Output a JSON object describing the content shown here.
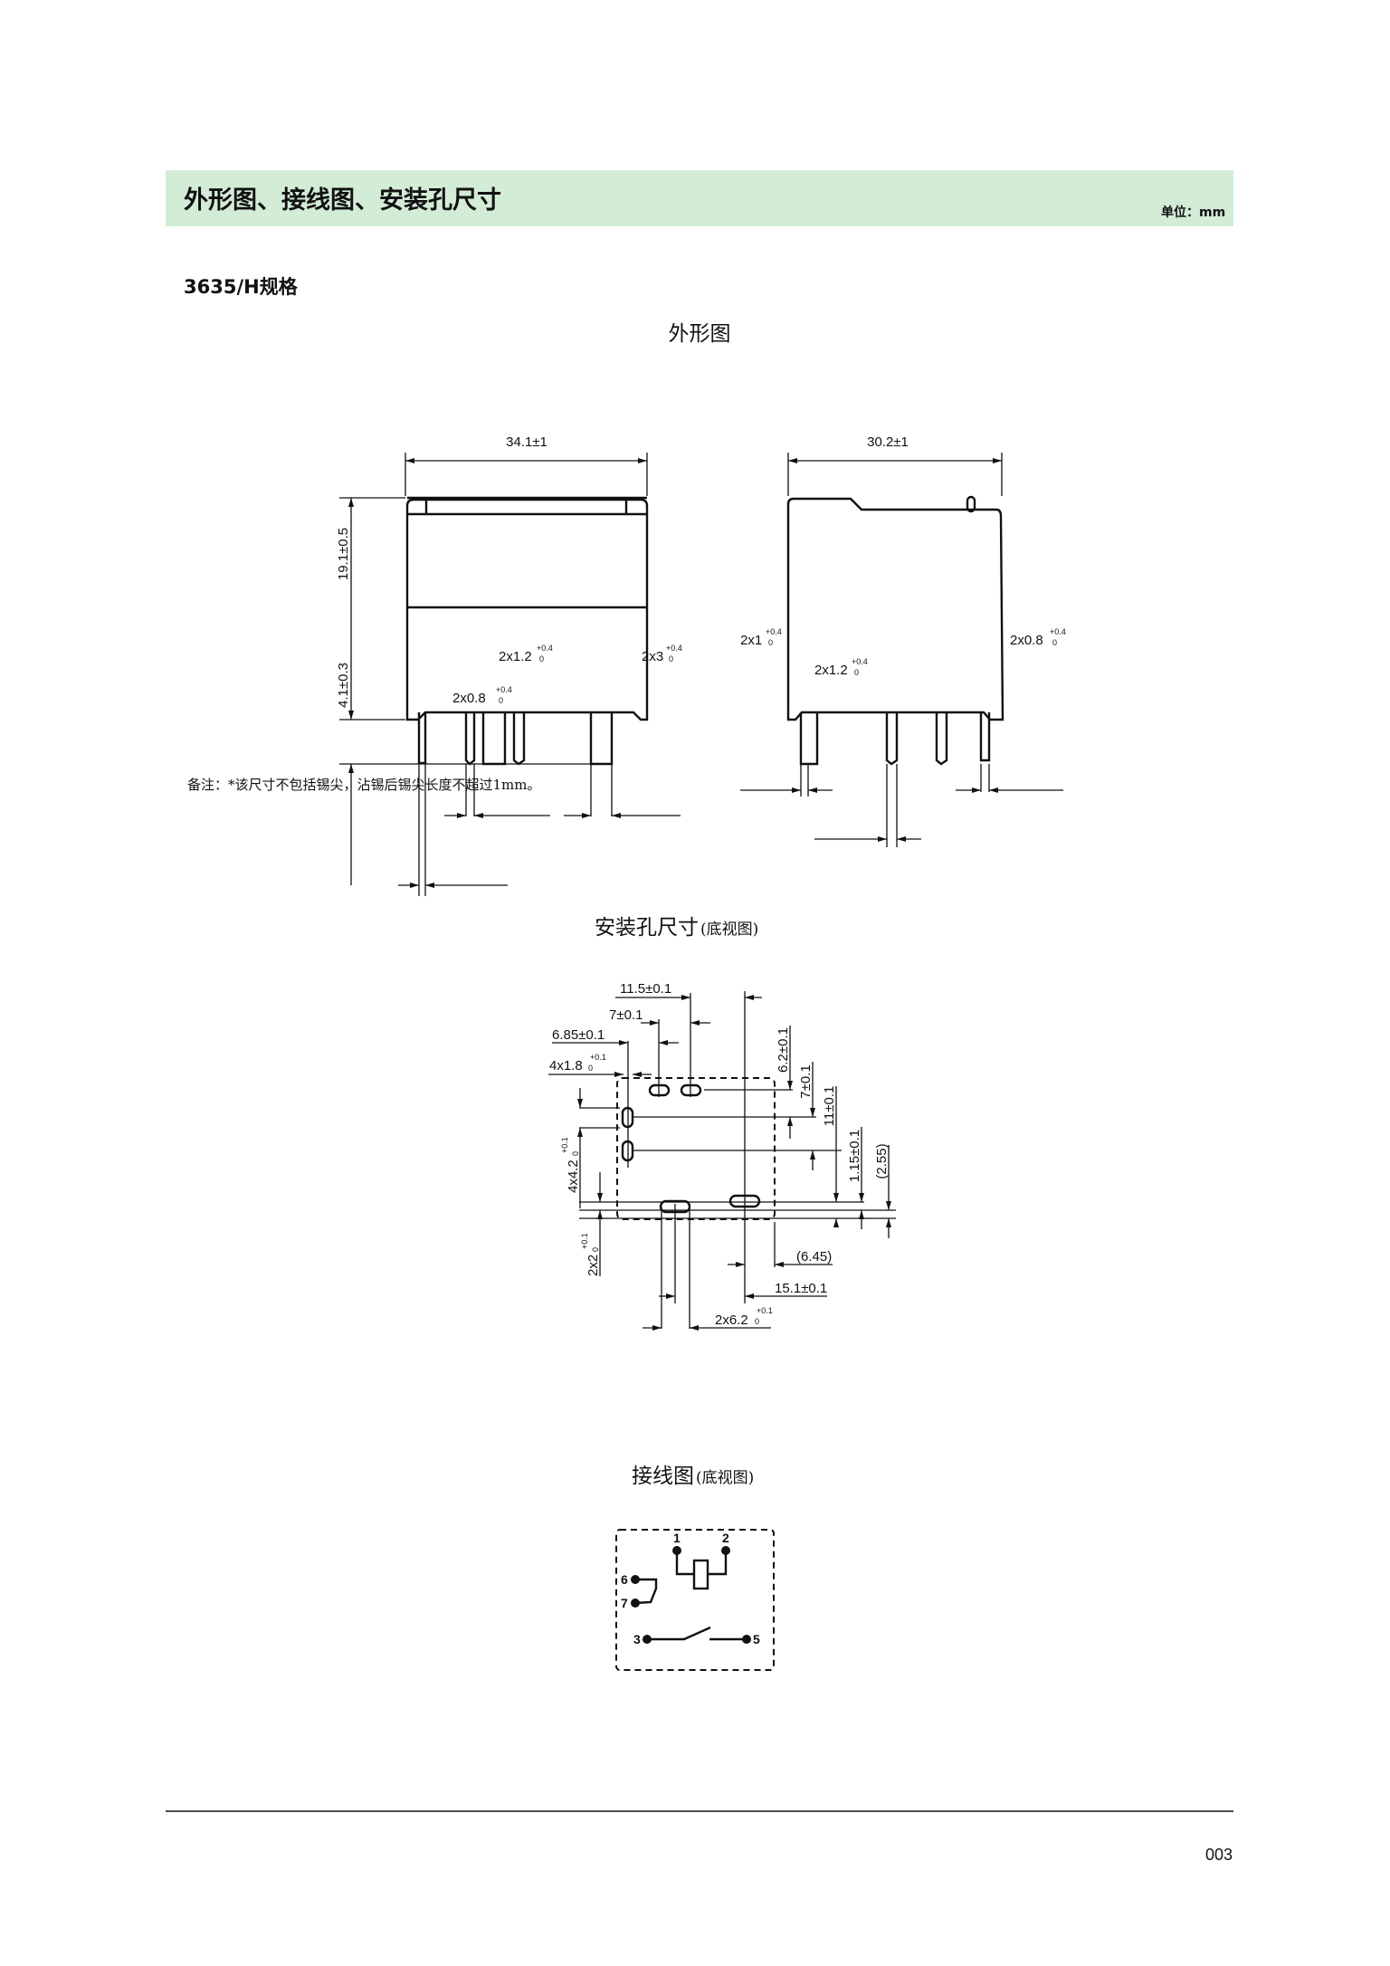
{
  "header": {
    "title": "外形图、接线图、安装孔尺寸",
    "unit": "单位：mm",
    "band_color": "#d3ecd6"
  },
  "spec_title": "3635/H规格",
  "outline": {
    "title": "外形图",
    "front": {
      "width": "34.1±1",
      "height": "19.1±0.5",
      "pin_length": "4.1±0.3",
      "pin_a": {
        "main": "2x1.2",
        "up": "+0.4",
        "low": "0"
      },
      "pin_b": {
        "main": "2x3",
        "up": "+0.4",
        "low": "0"
      },
      "pin_c": {
        "main": "2x0.8",
        "up": "+0.4",
        "low": "0"
      }
    },
    "side": {
      "width": "30.2±1",
      "pin_a": {
        "main": "2x1",
        "up": "+0.4",
        "low": "0"
      },
      "pin_b": {
        "main": "2x1.2",
        "up": "+0.4",
        "low": "0"
      },
      "pin_c": {
        "main": "2x0.8",
        "up": "+0.4",
        "low": "0"
      }
    }
  },
  "note": "备注：*该尺寸不包括锡尖，沾锡后锡尖长度不超过1mm。",
  "mounting": {
    "title": "安装孔尺寸",
    "subtitle": "(底视图)",
    "d_11_5": "11.5±0.1",
    "d_7h": "7±0.1",
    "d_6_85": "6.85±0.1",
    "d_4x1_8": {
      "main": "4x1.8",
      "up": "+0.1",
      "low": "0"
    },
    "d_6_2": "6.2±0.1",
    "d_7v": "7±0.1",
    "d_11": "11±0.1",
    "d_1_15": "1.15±0.1",
    "d_2_55": "(2.55)",
    "d_4x4_2": {
      "main": "4x4.2",
      "up": "+0.1",
      "low": "0"
    },
    "d_2x2": {
      "main": "2x2",
      "up": "+0.1",
      "low": "0"
    },
    "d_6_45": "(6.45)",
    "d_15_1": "15.1±0.1",
    "d_2x6_2": {
      "main": "2x6.2",
      "up": "+0.1",
      "low": "0"
    }
  },
  "wiring": {
    "title": "接线图",
    "subtitle": "(底视图)",
    "pins": [
      "1",
      "2",
      "6",
      "7",
      "3",
      "5"
    ]
  },
  "footer": {
    "page_number": "003"
  }
}
